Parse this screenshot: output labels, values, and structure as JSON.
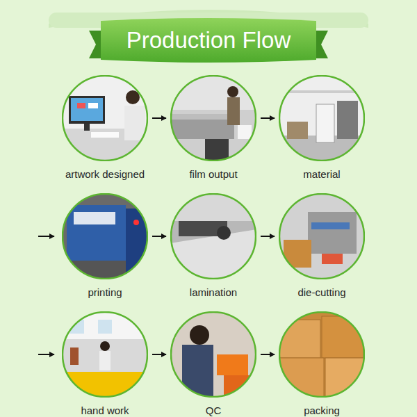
{
  "diagram": {
    "title": "Production Flow",
    "nodes": [
      {
        "text": [
          "artwork designed"
        ]
      },
      {
        "text": [
          "film output"
        ]
      },
      {
        "text": [
          "material"
        ]
      },
      {
        "text": [
          "printing"
        ]
      },
      {
        "text": [
          "lamination"
        ]
      },
      {
        "text": [
          "die-cutting"
        ]
      },
      {
        "text": [
          "hand work"
        ]
      },
      {
        "text": [
          "QC"
        ]
      },
      {
        "text": [
          "packing"
        ]
      }
    ],
    "edges": [
      {
        "from": 0,
        "to": 1,
        "arrow": "to"
      },
      {
        "from": 1,
        "to": 2,
        "arrow": "to"
      },
      {
        "from": 3,
        "to": 4,
        "arrow": "to"
      },
      {
        "from": 4,
        "to": 5,
        "arrow": "to"
      },
      {
        "from": 6,
        "to": 7,
        "arrow": "to"
      },
      {
        "from": 7,
        "to": 8,
        "arrow": "to"
      }
    ]
  }
}
